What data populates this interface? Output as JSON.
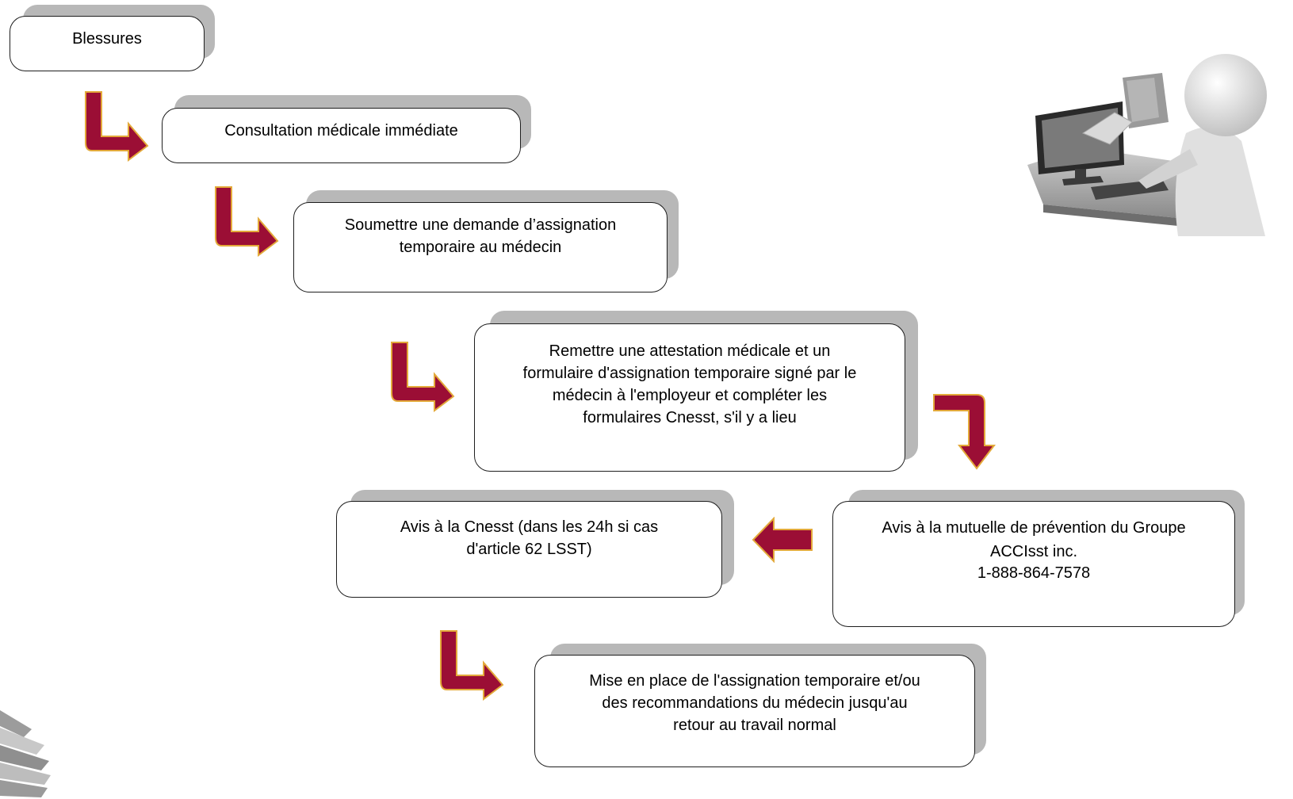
{
  "diagram": {
    "steps": [
      {
        "id": "blessures",
        "text": "Blessures"
      },
      {
        "id": "consultation",
        "text": "Consultation médicale immédiate"
      },
      {
        "id": "soumettre",
        "lines": [
          "Soumettre une demande d’assignation",
          "temporaire au médecin"
        ]
      },
      {
        "id": "remettre",
        "lines": [
          "Remettre une attestation médicale et un",
          "formulaire d'assignation temporaire signé par le",
          "médecin à l'employeur et compléter les",
          "formulaires Cnesst, s'il y a lieu"
        ]
      },
      {
        "id": "mutuelle",
        "lines": [
          "Avis à la mutuelle de prévention du Groupe",
          "ACCIsst inc.",
          "1-888-864-7578"
        ]
      },
      {
        "id": "cnesst",
        "lines": [
          "Avis à la Cnesst (dans les 24h si cas",
          "d'article 62 LSST)"
        ]
      },
      {
        "id": "miseenplace",
        "lines": [
          "Mise en place de l'assignation temporaire et/ou",
          "des recommandations du médecin jusqu'au",
          "retour au travail normal"
        ]
      }
    ]
  },
  "colors": {
    "arrow_fill": "#9b0e35",
    "arrow_stroke": "#e3a93a",
    "shadow": "#b8b8b8",
    "box_border": "#1e1e1e"
  },
  "illustrations": {
    "top_right": "figure-at-computer-icon",
    "bottom_left": "paper-stack-icon"
  }
}
